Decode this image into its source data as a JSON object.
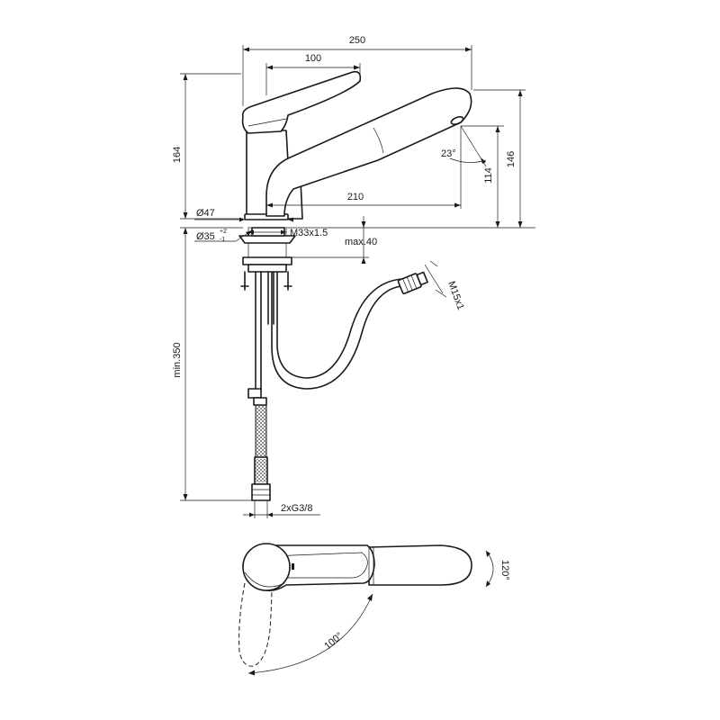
{
  "dimensions": {
    "width_total": "250",
    "lever_length": "100",
    "height_total": "164",
    "spout_height": "146",
    "outlet_height": "114",
    "spout_reach": "210",
    "spray_angle": "23°",
    "base_diameter": "Ø47",
    "hole_diameter": "Ø35",
    "hole_tolerance_plus": "+2",
    "hole_tolerance_minus": "-1",
    "mount_thread": "M33x1.5",
    "deck_thickness": "max.40",
    "hose_thread": "M15x1",
    "min_depth": "min.350",
    "connection": "2xG3/8",
    "lever_rotation": "120°",
    "spout_swivel": "100°"
  },
  "colors": {
    "line": "#1a1a1a",
    "background": "#ffffff"
  }
}
